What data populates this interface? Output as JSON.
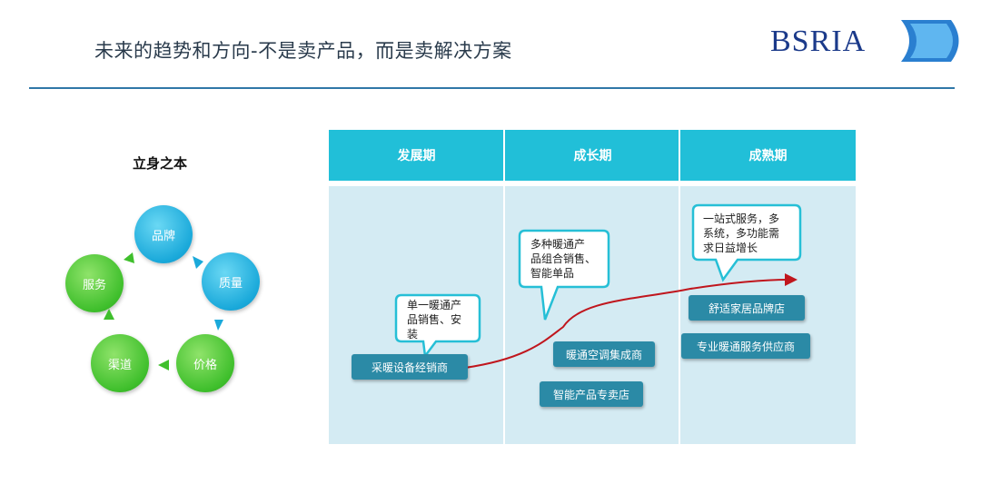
{
  "header": {
    "title": "未来的趋势和方向-不是卖产品，而是卖解决方案",
    "logo_text": "BSRIA"
  },
  "cycle": {
    "title": "立身之本",
    "nodes": [
      "品牌",
      "质量",
      "价格",
      "渠道",
      "服务"
    ]
  },
  "table": {
    "headers": [
      "发展期",
      "成长期",
      "成熟期"
    ],
    "stage1": {
      "tags": [
        "采暖设备经销商"
      ],
      "callout": [
        "单一暖通产",
        "品销售、安",
        "装"
      ]
    },
    "stage2": {
      "tags": [
        "暖通空调集成商",
        "智能产品专卖店"
      ],
      "callout": [
        "多种暖通产",
        "品组合销售、",
        "智能单品"
      ]
    },
    "stage3": {
      "tags": [
        "舒适家居品牌店",
        "专业暖通服务供应商"
      ],
      "callout": [
        "一站式服务，多",
        "系统，多功能需",
        "求日益增长"
      ]
    }
  },
  "colors": {
    "header_blue": "#21bfd8",
    "table_bg": "#d4ebf3",
    "tag_bg": "#2b8aa6",
    "trend_line": "#c0161d",
    "node_blue": "#1aa9da",
    "node_green": "#3fbf2c",
    "logo_navy": "#1b3a8a"
  }
}
